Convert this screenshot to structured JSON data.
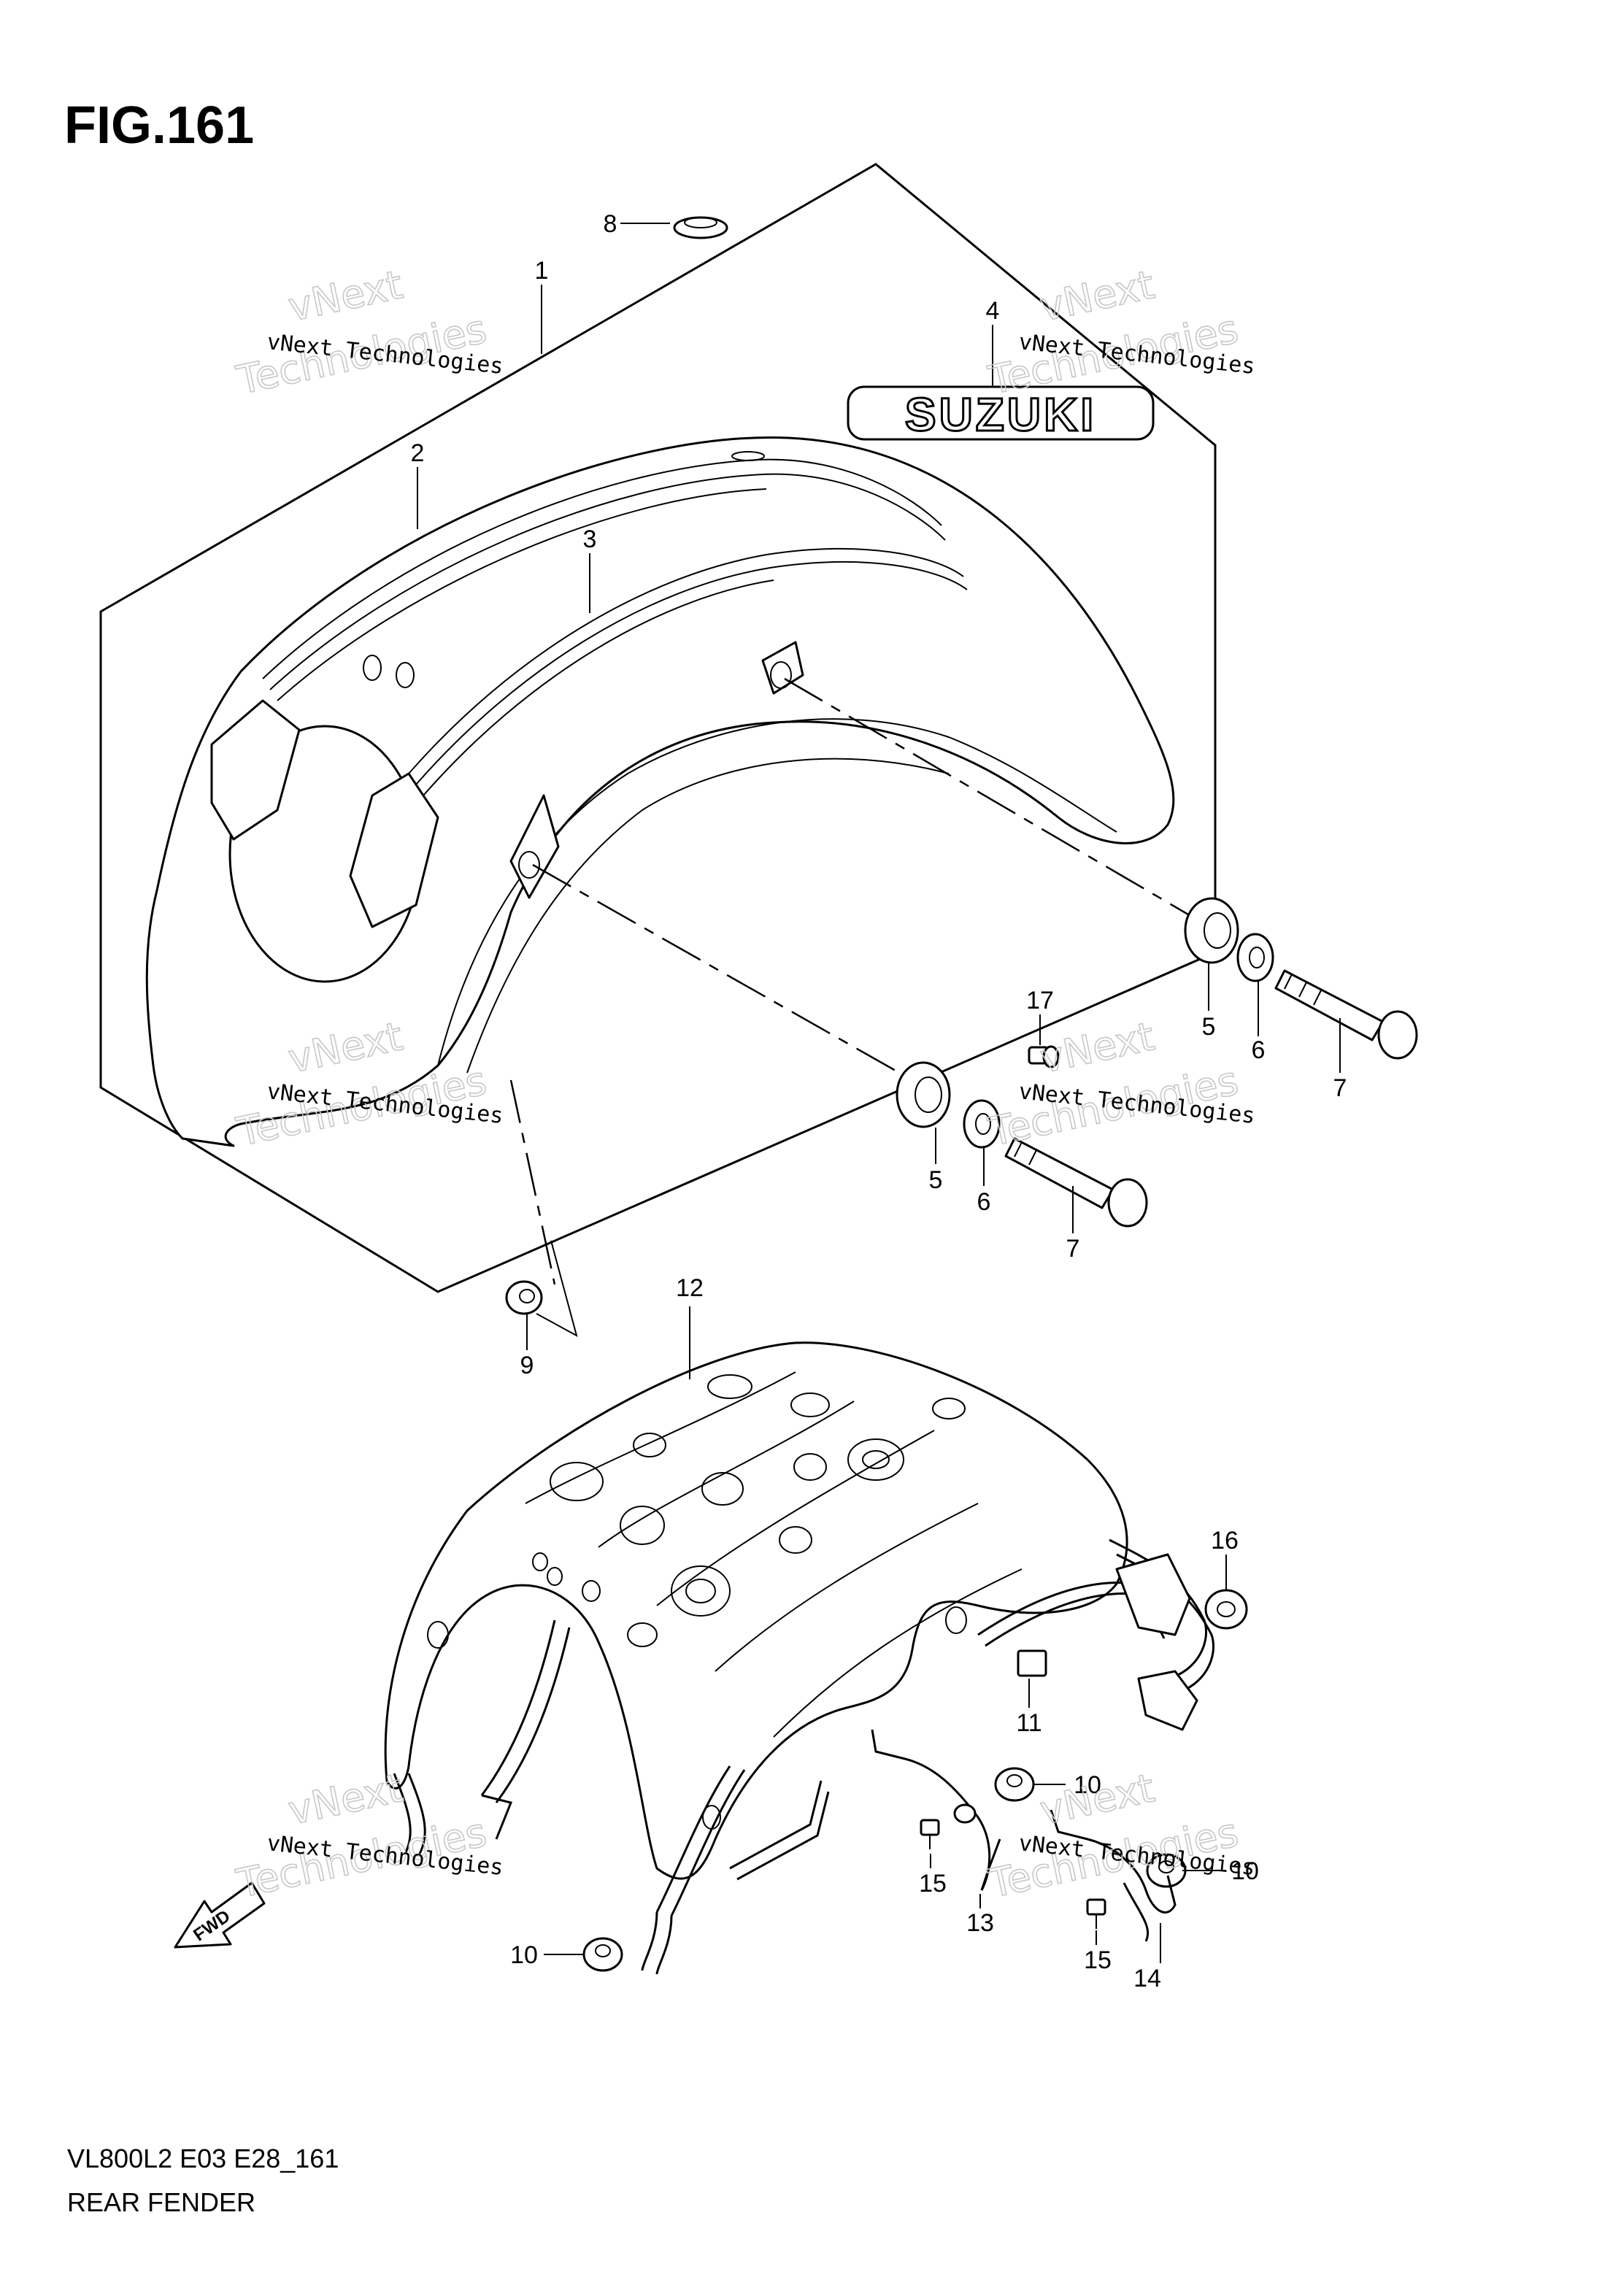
{
  "figure": {
    "title": "FIG.161"
  },
  "footer": {
    "model_code": "VL800L2 E03 E28_161",
    "section_name": "REAR FENDER"
  },
  "brand": {
    "emblem_text": "SUZUKI",
    "fwd_text": "FWD"
  },
  "watermark": {
    "line1": "vNext Technologies",
    "ghost1": "vNext",
    "ghost2": "Technologies"
  },
  "callouts": [
    "1",
    "2",
    "3",
    "4",
    "5",
    "6",
    "7",
    "8",
    "9",
    "10",
    "11",
    "12",
    "13",
    "14",
    "15",
    "16",
    "17"
  ]
}
